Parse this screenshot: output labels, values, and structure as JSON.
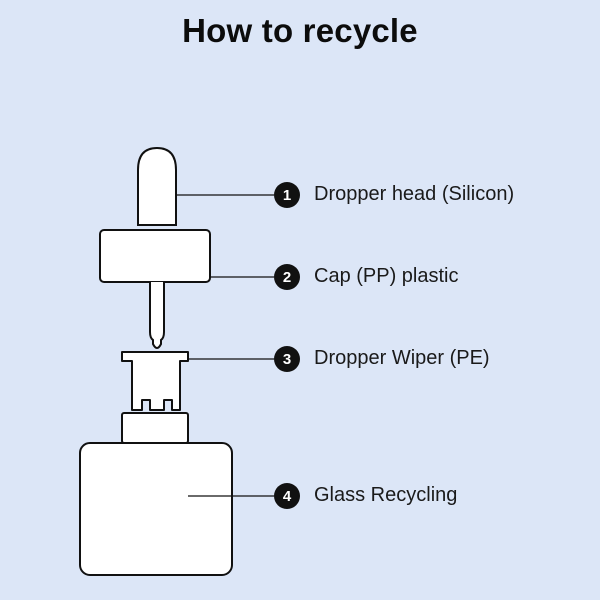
{
  "title": "How to recycle",
  "parts": [
    {
      "number": "1",
      "label": "Dropper head (Silicon)"
    },
    {
      "number": "2",
      "label": "Cap (PP) plastic"
    },
    {
      "number": "3",
      "label": "Dropper Wiper (PE)"
    },
    {
      "number": "4",
      "label": "Glass Recycling"
    }
  ],
  "colors": {
    "background": "#dce6f7",
    "stroke": "#111111",
    "fill": "#ffffff",
    "badge": "#111111"
  }
}
